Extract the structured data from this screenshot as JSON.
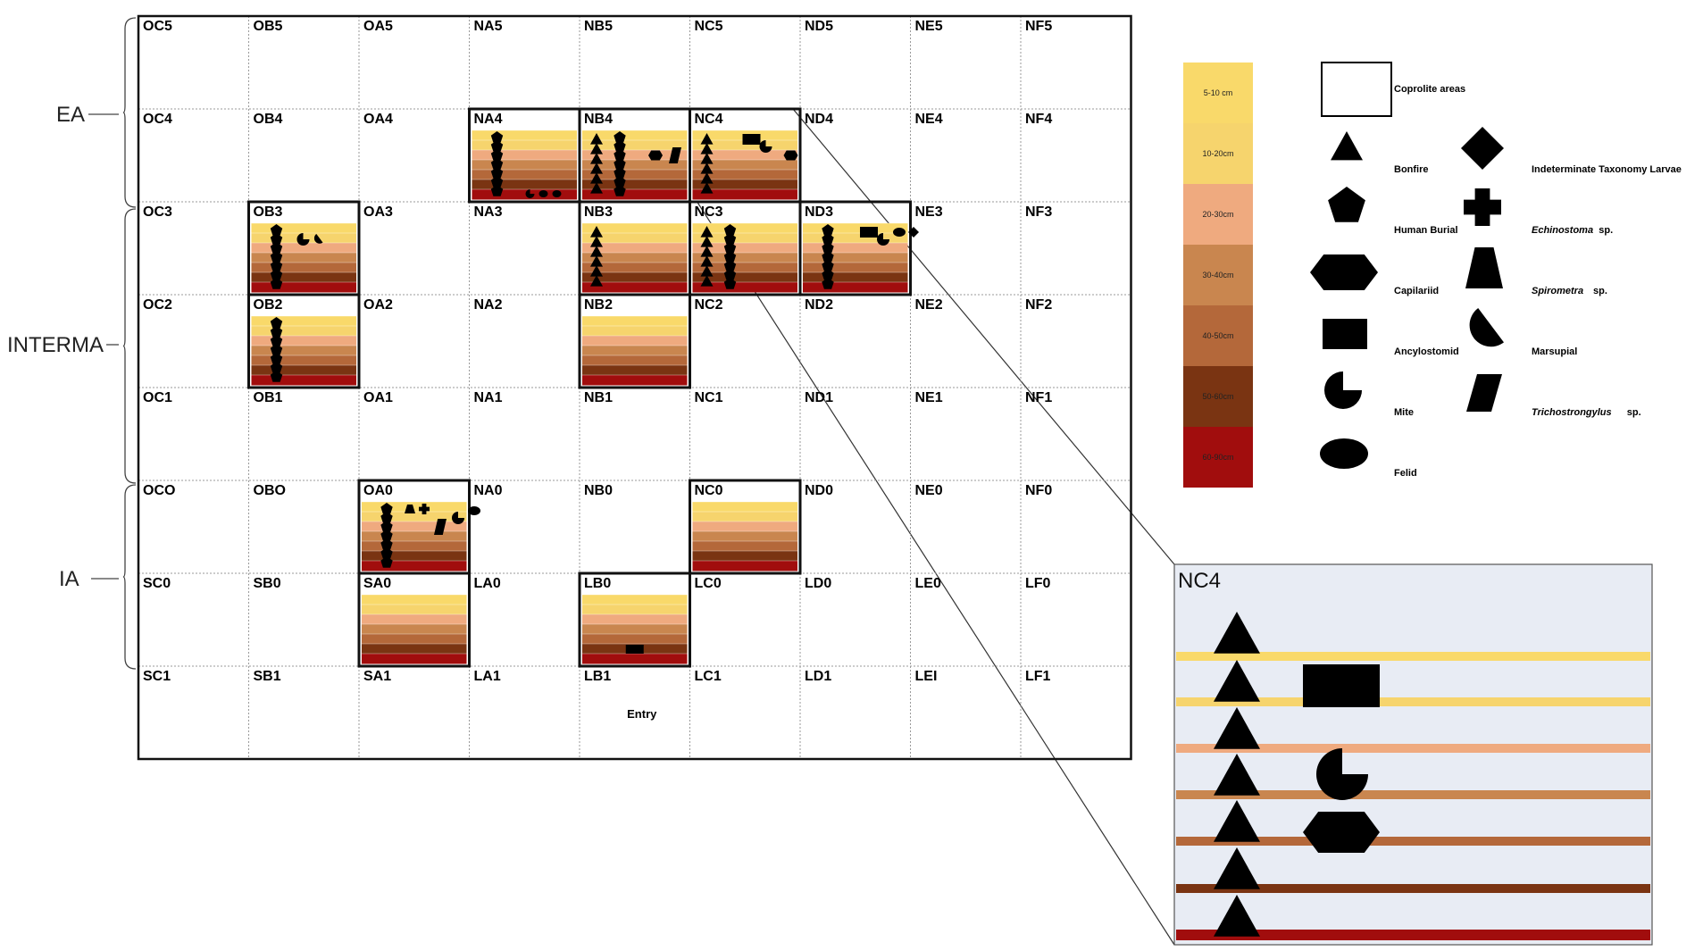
{
  "zones": [
    "EA",
    "INTERMA",
    "IA"
  ],
  "grid": {
    "rows": [
      [
        "OC5",
        "OB5",
        "OA5",
        "NA5",
        "NB5",
        "NC5",
        "ND5",
        "NE5",
        "NF5"
      ],
      [
        "OC4",
        "OB4",
        "OA4",
        "NA4",
        "NB4",
        "NC4",
        "ND4",
        "NE4",
        "NF4"
      ],
      [
        "OC3",
        "OB3",
        "OA3",
        "NA3",
        "NB3",
        "NC3",
        "ND3",
        "NE3",
        "NF3"
      ],
      [
        "OC2",
        "OB2",
        "OA2",
        "NA2",
        "NB2",
        "NC2",
        "ND2",
        "NE2",
        "NF2"
      ],
      [
        "OC1",
        "OB1",
        "OA1",
        "NA1",
        "NB1",
        "NC1",
        "ND1",
        "NE1",
        "NF1"
      ],
      [
        "OCO",
        "OBO",
        "OA0",
        "NA0",
        "NB0",
        "NC0",
        "ND0",
        "NE0",
        "NF0"
      ],
      [
        "SC0",
        "SB0",
        "SA0",
        "LA0",
        "LB0",
        "LC0",
        "LD0",
        "LE0",
        "LF0"
      ],
      [
        "SC1",
        "SB1",
        "SA1",
        "LA1",
        "LB1",
        "LC1",
        "LD1",
        "LEI",
        "LF1"
      ]
    ],
    "entry_label": "Entry"
  },
  "depth_scale": [
    "5-10 cm",
    "10-20cm",
    "20-30cm",
    "30-40cm",
    "40-50cm",
    "50-60cm",
    "60-90cm"
  ],
  "depth_colors": [
    "#f9d96a",
    "#f6d46d",
    "#efaa7f",
    "#c9864f",
    "#b4683a",
    "#7a3412",
    "#a10d0d"
  ],
  "legend_left": [
    {
      "icon": "coprolite-area",
      "label": "Coprolite areas",
      "italic": false
    },
    {
      "icon": "triangle",
      "label": "Bonfire",
      "italic": false
    },
    {
      "icon": "pentagon",
      "label": "Human Burial",
      "italic": false
    },
    {
      "icon": "hexagon",
      "label": "Capilariid",
      "italic": false
    },
    {
      "icon": "rectangle",
      "label": "Ancylostomid",
      "italic": false
    },
    {
      "icon": "pacman",
      "label": "Mite",
      "italic": false
    },
    {
      "icon": "ellipse",
      "label": "Felid",
      "italic": false
    }
  ],
  "legend_right": [
    {
      "icon": "diamond",
      "label": "Indeterminate Taxonomy Larvae",
      "italic": false
    },
    {
      "icon": "cross",
      "label": "Echinostoma",
      "suffix": "sp.",
      "italic": true
    },
    {
      "icon": "trapezoid",
      "label": "Spirometra",
      "suffix": "sp.",
      "italic": true
    },
    {
      "icon": "half-circle",
      "label": "Marsupial",
      "italic": false
    },
    {
      "icon": "parallelogram",
      "label": "Trichostrongylus",
      "suffix": "sp.",
      "italic": true
    }
  ],
  "coprolite_cells": [
    {
      "id": "NA4",
      "symbols": [
        "pentagon-stack",
        "ellipses"
      ]
    },
    {
      "id": "NB4",
      "symbols": [
        "triangle-stack",
        "pentagon-stack",
        "hexagon",
        "parallelogram"
      ]
    },
    {
      "id": "NC4",
      "symbols": [
        "triangle-stack",
        "rectangle",
        "pacman",
        "hexagon"
      ]
    },
    {
      "id": "OB3",
      "symbols": [
        "pentagon-stack",
        "pacman",
        "half-circle"
      ]
    },
    {
      "id": "NB3",
      "symbols": [
        "triangle-stack"
      ]
    },
    {
      "id": "NC3",
      "symbols": [
        "triangle-stack",
        "pentagon-stack"
      ]
    },
    {
      "id": "ND3",
      "symbols": [
        "pentagon-stack",
        "rectangle",
        "pacman",
        "ellipse",
        "diamond"
      ]
    },
    {
      "id": "OB2",
      "symbols": [
        "pentagon-stack"
      ]
    },
    {
      "id": "NB2",
      "symbols": []
    },
    {
      "id": "OA0",
      "symbols": [
        "pentagon-stack",
        "trapezoid",
        "cross",
        "parallelogram",
        "pacman",
        "ellipse"
      ]
    },
    {
      "id": "NC0",
      "symbols": []
    },
    {
      "id": "SA0",
      "symbols": []
    },
    {
      "id": "LB0",
      "symbols": [
        "rectangle"
      ]
    }
  ],
  "zoom": {
    "title": "NC4",
    "band_colors": [
      "#f9d96a",
      "#f6d46d",
      "#efaa7f",
      "#c9864f",
      "#b4683a",
      "#7a3412",
      "#a10d0d"
    ],
    "background": "#e8ecf4"
  }
}
